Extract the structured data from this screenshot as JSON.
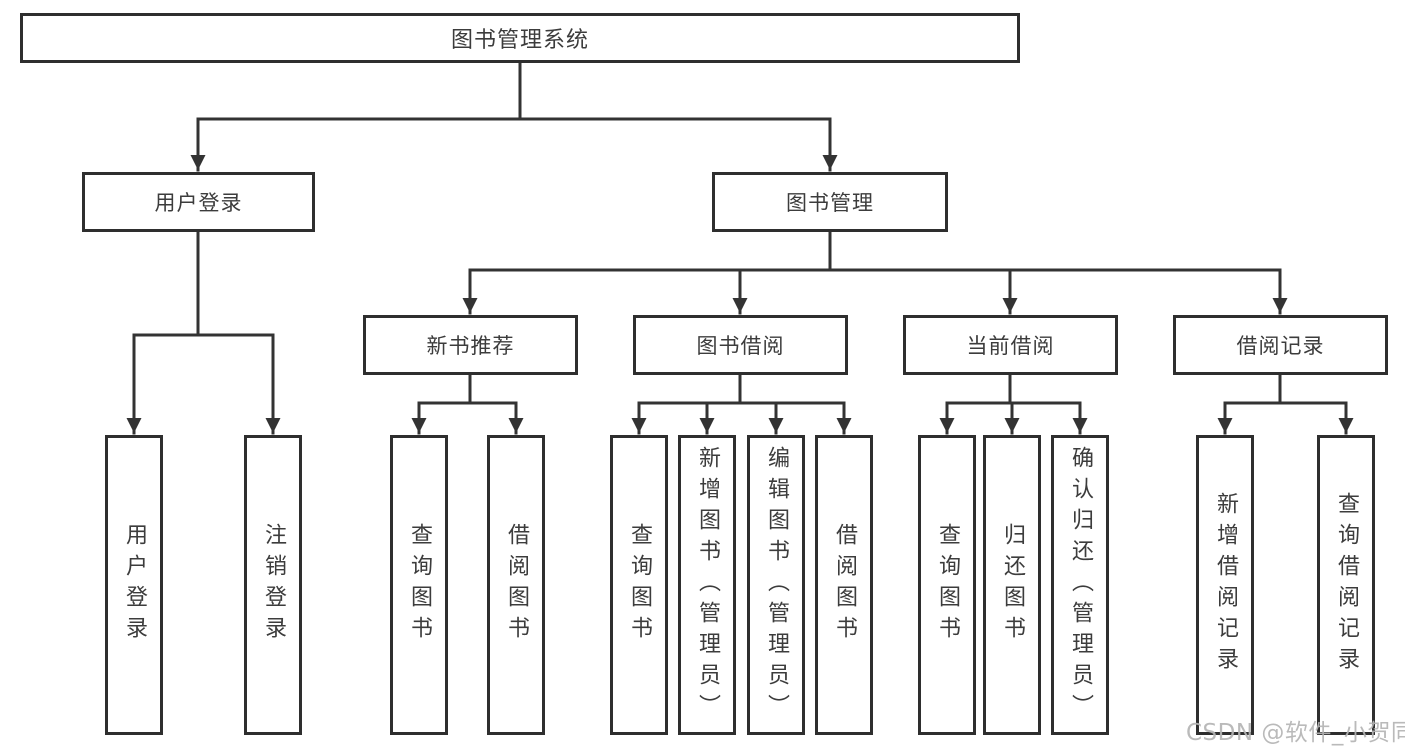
{
  "colors": {
    "line": "#333333",
    "box_border": "#2e2e2e",
    "text": "#3c3c3c",
    "watermark": "#b5b5b5",
    "background": "#ffffff"
  },
  "watermark": {
    "text": "CSDN @软件_小贺同学"
  },
  "tree": {
    "root": {
      "label": "图书管理系统"
    },
    "branches": [
      {
        "label": "用户登录",
        "children": [
          {
            "label": "用户登录"
          },
          {
            "label": "注销登录"
          }
        ]
      },
      {
        "label": "图书管理",
        "children": [
          {
            "label": "新书推荐",
            "children": [
              {
                "label": "查询图书"
              },
              {
                "label": "借阅图书"
              }
            ]
          },
          {
            "label": "图书借阅",
            "children": [
              {
                "label": "查询图书"
              },
              {
                "label": "新增图书（管理员）"
              },
              {
                "label": "编辑图书（管理员）"
              },
              {
                "label": "借阅图书"
              }
            ]
          },
          {
            "label": "当前借阅",
            "children": [
              {
                "label": "查询图书"
              },
              {
                "label": "归还图书"
              },
              {
                "label": "确认归还（管理员）"
              }
            ]
          },
          {
            "label": "借阅记录",
            "children": [
              {
                "label": "新增借阅记录"
              },
              {
                "label": "查询借阅记录"
              }
            ]
          }
        ]
      }
    ]
  }
}
